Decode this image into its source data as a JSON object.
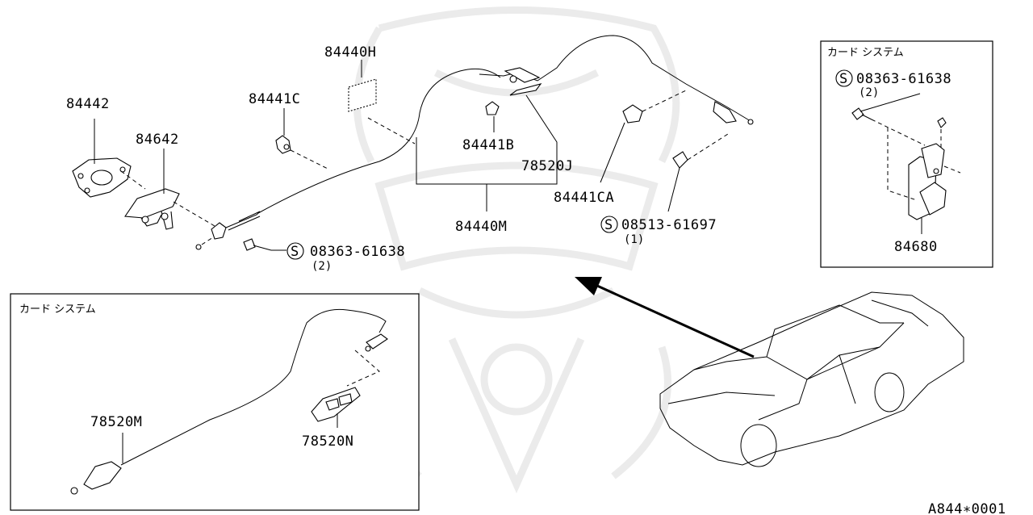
{
  "diagram_code": "A844∗0001",
  "parts": {
    "p84442": "84442",
    "p84642": "84642",
    "p84441C": "84441C",
    "p84440H": "84440H",
    "p84441B": "84441B",
    "p78520J": "78520J",
    "p84440M": "84440M",
    "p84441CA": "84441CA",
    "p08513": "08513-61697",
    "p08513_qty": "(1)",
    "p08363_main": "08363-61638",
    "p08363_main_qty": "(2)",
    "p08363_box": "08363-61638",
    "p08363_box_qty": "(2)",
    "p84680": "84680",
    "p78520M": "78520M",
    "p78520N": "78520N"
  },
  "inset_right": {
    "title": "カード システム"
  },
  "inset_left": {
    "title": "カード システム"
  },
  "symbols": {
    "standard_part": "S"
  }
}
